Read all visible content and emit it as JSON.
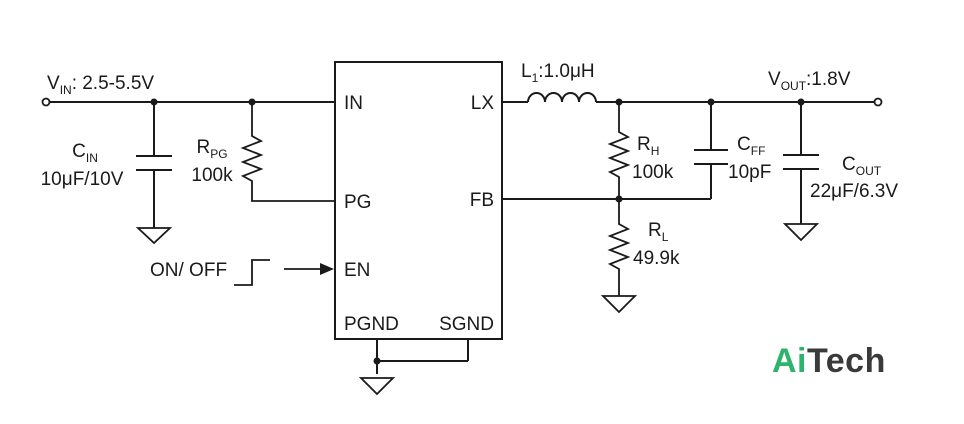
{
  "labels": {
    "vin_main": "V",
    "vin_sub": "IN",
    "vin_value": ": 2.5-5.5V",
    "cin_main": "C",
    "cin_sub": "IN",
    "cin_value": "10μF/10V",
    "rpg_main": "R",
    "rpg_sub": "PG",
    "rpg_value": "100k",
    "l1_main": "L",
    "l1_sub": "1",
    "l1_value": ":1.0μH",
    "rh_main": "R",
    "rh_sub": "H",
    "rh_value": "100k",
    "cff_main": "C",
    "cff_sub": "FF",
    "cff_value": "10pF",
    "vout_main": "V",
    "vout_sub": "OUT",
    "vout_value": ":1.8V",
    "cout_main": "C",
    "cout_sub": "OUT",
    "cout_value": "22μF/6.3V",
    "rl_main": "R",
    "rl_sub": "L",
    "rl_value": "49.9k",
    "onoff": "ON/ OFF"
  },
  "ic": {
    "pins": {
      "in": "IN",
      "pg": "PG",
      "en": "EN",
      "lx": "LX",
      "fb": "FB",
      "pgnd": "PGND",
      "sgnd": "SGND"
    }
  },
  "logo": {
    "part1": "Ai",
    "part2": "Tech",
    "color_part1": "#2db36b",
    "color_part2": "#3a3a3a"
  }
}
